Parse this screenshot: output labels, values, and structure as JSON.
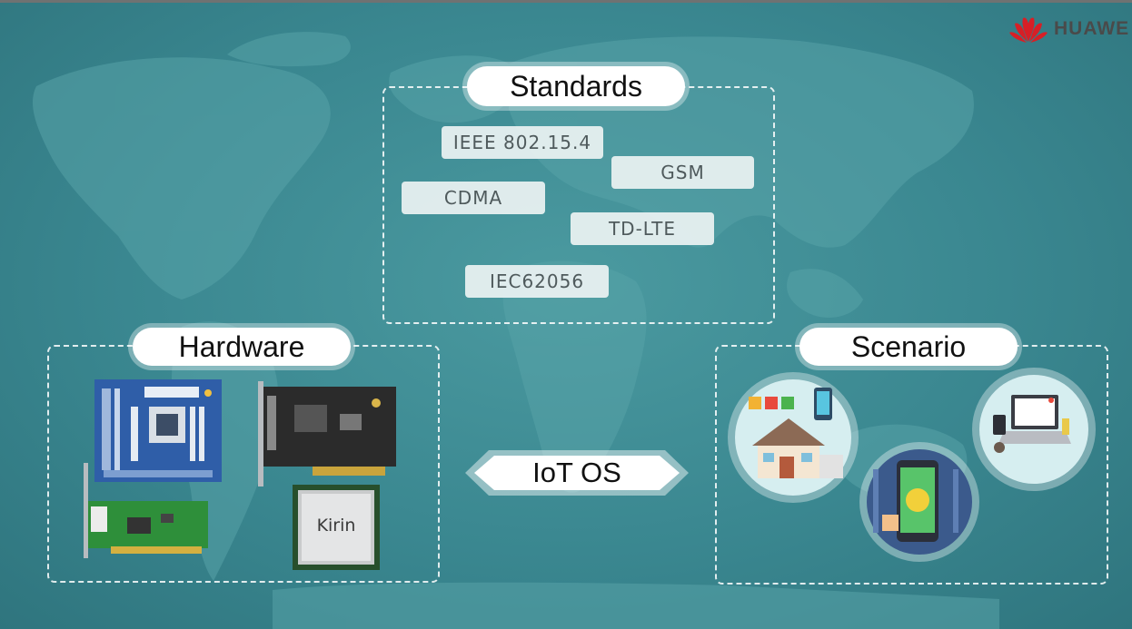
{
  "logo": {
    "text": "HUAWE",
    "icon": "huawei-petal-logo"
  },
  "standards": {
    "title": "Standards",
    "items": [
      "IEEE 802.15.4",
      "GSM",
      "CDMA",
      "TD-LTE",
      "IEC62056"
    ]
  },
  "hardware": {
    "title": "Hardware",
    "chip_label": "Kirin",
    "images": [
      "motherboard",
      "expansion-card",
      "network-card",
      "kirin-chip"
    ]
  },
  "center": {
    "label": "IoT OS"
  },
  "scenario": {
    "title": "Scenario",
    "images": [
      "smart-home",
      "smart-city-mobile",
      "laptop-devices"
    ]
  },
  "colors": {
    "background": "#3f8a91",
    "pill": "#ffffff",
    "tag": "#ebf2f2"
  }
}
